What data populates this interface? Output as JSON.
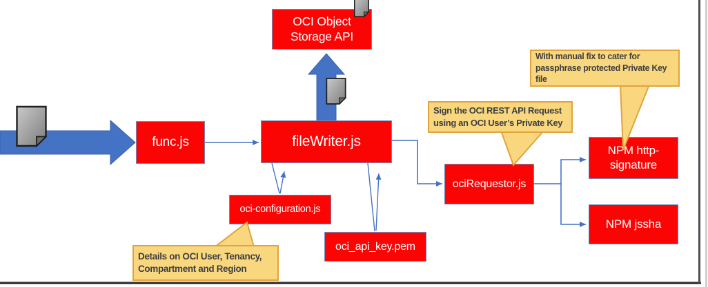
{
  "icons": {
    "document": "document-icon"
  },
  "colors": {
    "node_fill": "#FA0404",
    "node_border": "#7289B8",
    "arrow_blue": "#4472C4",
    "connector_blue": "#4472C4",
    "callout_fill": "#F9D77E",
    "callout_border": "#E2A33D",
    "callout_text": "#3F3F3F"
  },
  "nodes": {
    "func": "func.js",
    "file_writer": "fileWriter.js",
    "oci_object_storage": "OCI Object\nStorage API",
    "oci_configuration": "oci-configuration.js",
    "oci_api_key": "oci_api_key.pem",
    "oci_requestor": "ociRequestor.js",
    "npm_http_signature": "NPM http-\nsignature",
    "npm_jssha": "NPM jssha"
  },
  "callouts": {
    "sign_request": "Sign the OCI REST API Request\nusing an OCI User’s Private Key",
    "manual_fix": "With manual fix to cater for\npassphrase protected Private Key file",
    "config_details": "Details on OCI User, Tenancy,\nCompartment and Region"
  }
}
